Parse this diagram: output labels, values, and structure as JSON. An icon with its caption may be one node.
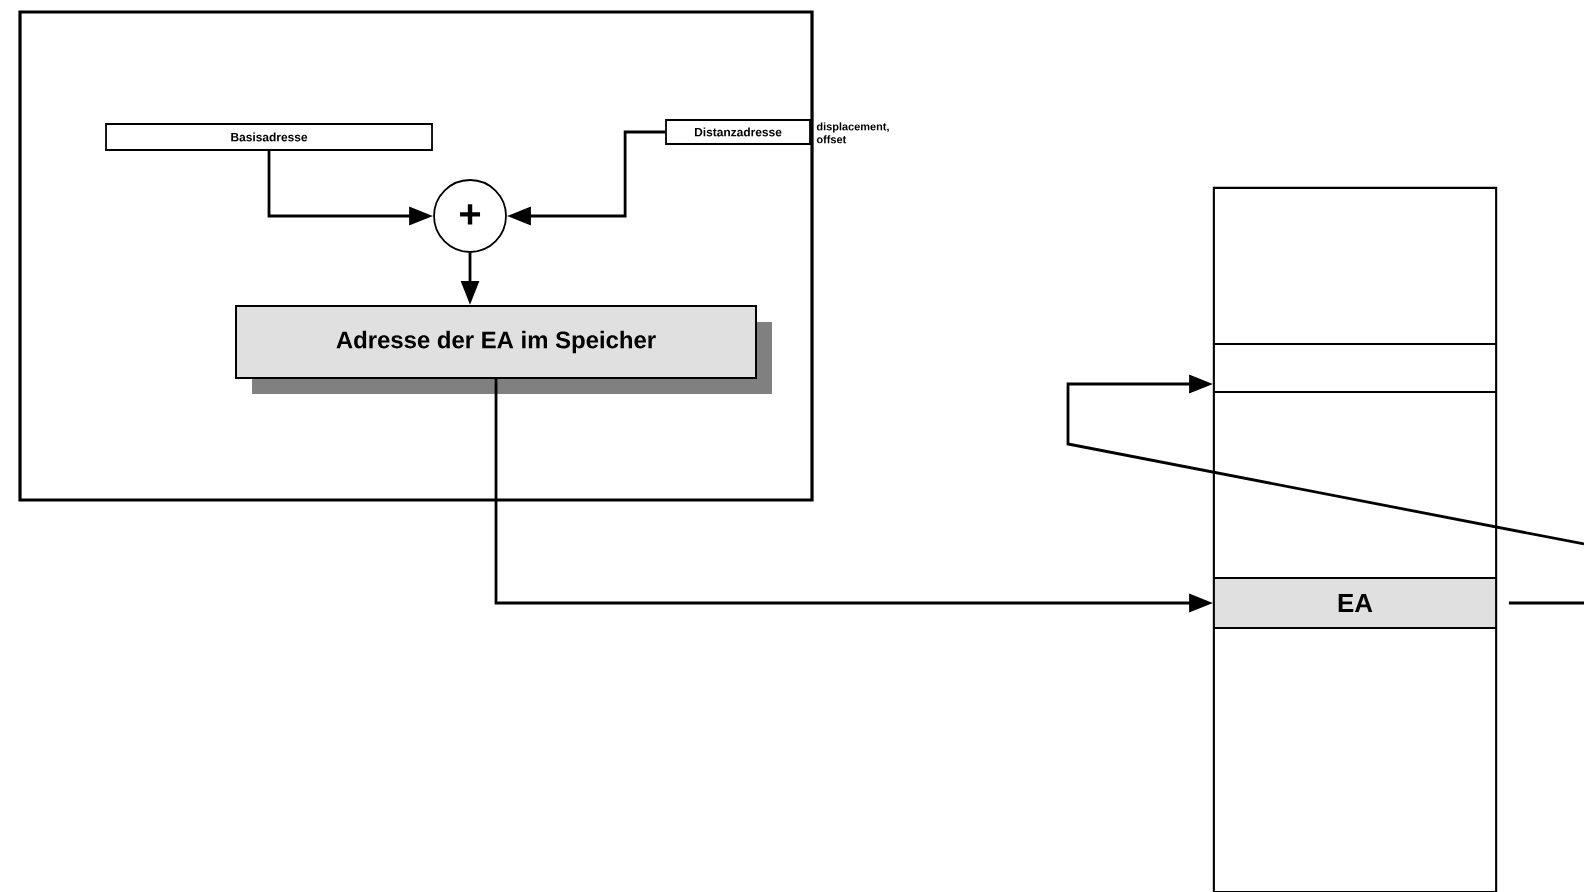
{
  "diagram": {
    "nodes": [
      {
        "text": [],
        "shape": "box"
      },
      {
        "text": [
          "Basisadresse"
        ],
        "in": 0
      },
      {
        "text": [
          "Distanzadresse"
        ],
        "in": 0,
        "beside": [
          "displacement, offset"
        ]
      },
      {
        "text": [
          "+"
        ],
        "in": 0
      },
      {
        "text": [
          "Adresse der EA im Speicher"
        ],
        "in": 0
      },
      {
        "text": [],
        "shape": "box"
      },
      {
        "text": [],
        "shape": "box",
        "in": 5
      },
      {
        "text": [],
        "shape": "box",
        "in": 5
      },
      {
        "text": [],
        "shape": "box",
        "in": 5
      },
      {
        "text": [
          "EA"
        ],
        "in": 5
      },
      {
        "text": [],
        "shape": "box",
        "in": 5
      }
    ],
    "edges": [
      {
        "from": 1,
        "to": 3,
        "arrow": "to"
      },
      {
        "from": 2,
        "to": 3,
        "arrow": "to"
      },
      {
        "from": 3,
        "to": 4,
        "arrow": "to"
      },
      {
        "from": 4,
        "to": 9,
        "arrow": "to"
      },
      {
        "from": null,
        "to": 7,
        "arrow": "to"
      },
      {
        "from": 9,
        "to": null,
        "arrow": "none"
      }
    ]
  }
}
